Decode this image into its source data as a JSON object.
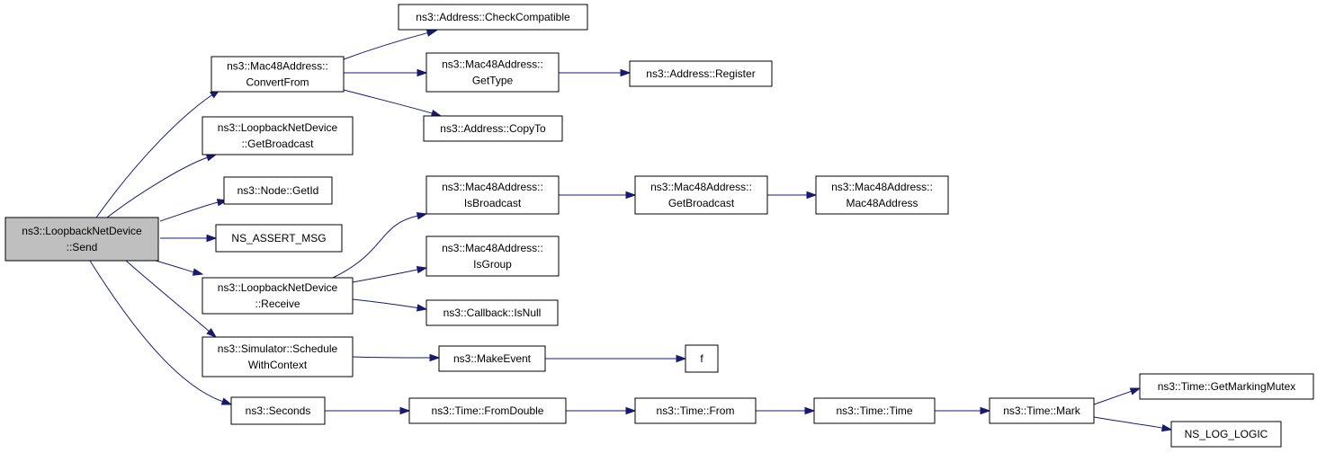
{
  "graph": {
    "edge_color": "#191970",
    "root_fill": "#bfbfbf",
    "nodes": [
      {
        "id": "send",
        "lines": [
          "ns3::LoopbackNetDevice",
          "::Send"
        ],
        "root": true
      },
      {
        "id": "convertfrom",
        "lines": [
          "ns3::Mac48Address::",
          "ConvertFrom"
        ]
      },
      {
        "id": "getbroadcast_lnd",
        "lines": [
          "ns3::LoopbackNetDevice",
          "::GetBroadcast"
        ]
      },
      {
        "id": "getid",
        "lines": [
          "ns3::Node::GetId"
        ]
      },
      {
        "id": "assert",
        "lines": [
          "NS_ASSERT_MSG"
        ]
      },
      {
        "id": "receive",
        "lines": [
          "ns3::LoopbackNetDevice",
          "::Receive"
        ]
      },
      {
        "id": "schedule",
        "lines": [
          "ns3::Simulator::Schedule",
          "WithContext"
        ]
      },
      {
        "id": "seconds",
        "lines": [
          "ns3::Seconds"
        ]
      },
      {
        "id": "checkcompat",
        "lines": [
          "ns3::Address::CheckCompatible"
        ]
      },
      {
        "id": "gettype",
        "lines": [
          "ns3::Mac48Address::",
          "GetType"
        ]
      },
      {
        "id": "copyto",
        "lines": [
          "ns3::Address::CopyTo"
        ]
      },
      {
        "id": "register",
        "lines": [
          "ns3::Address::Register"
        ]
      },
      {
        "id": "isbroadcast",
        "lines": [
          "ns3::Mac48Address::",
          "IsBroadcast"
        ]
      },
      {
        "id": "getbroadcast_mac",
        "lines": [
          "ns3::Mac48Address::",
          "GetBroadcast"
        ]
      },
      {
        "id": "mac48ctor",
        "lines": [
          "ns3::Mac48Address::",
          "Mac48Address"
        ]
      },
      {
        "id": "isgroup",
        "lines": [
          "ns3::Mac48Address::",
          "IsGroup"
        ]
      },
      {
        "id": "isnull",
        "lines": [
          "ns3::Callback::IsNull"
        ]
      },
      {
        "id": "makeevent",
        "lines": [
          "ns3::MakeEvent"
        ]
      },
      {
        "id": "f",
        "lines": [
          "f"
        ]
      },
      {
        "id": "fromdouble",
        "lines": [
          "ns3::Time::FromDouble"
        ]
      },
      {
        "id": "from",
        "lines": [
          "ns3::Time::From"
        ]
      },
      {
        "id": "timector",
        "lines": [
          "ns3::Time::Time"
        ]
      },
      {
        "id": "mark",
        "lines": [
          "ns3::Time::Mark"
        ]
      },
      {
        "id": "mutex",
        "lines": [
          "ns3::Time::GetMarkingMutex"
        ]
      },
      {
        "id": "loglogic",
        "lines": [
          "NS_LOG_LOGIC"
        ]
      }
    ],
    "edges": [
      [
        "send",
        "convertfrom"
      ],
      [
        "send",
        "getbroadcast_lnd"
      ],
      [
        "send",
        "getid"
      ],
      [
        "send",
        "assert"
      ],
      [
        "send",
        "receive"
      ],
      [
        "send",
        "schedule"
      ],
      [
        "send",
        "seconds"
      ],
      [
        "convertfrom",
        "checkcompat"
      ],
      [
        "convertfrom",
        "gettype"
      ],
      [
        "convertfrom",
        "copyto"
      ],
      [
        "gettype",
        "register"
      ],
      [
        "receive",
        "isbroadcast"
      ],
      [
        "receive",
        "isgroup"
      ],
      [
        "receive",
        "isnull"
      ],
      [
        "isbroadcast",
        "getbroadcast_mac"
      ],
      [
        "getbroadcast_mac",
        "mac48ctor"
      ],
      [
        "schedule",
        "makeevent"
      ],
      [
        "makeevent",
        "f"
      ],
      [
        "seconds",
        "fromdouble"
      ],
      [
        "fromdouble",
        "from"
      ],
      [
        "from",
        "timector"
      ],
      [
        "timector",
        "mark"
      ],
      [
        "mark",
        "mutex"
      ],
      [
        "mark",
        "loglogic"
      ]
    ]
  }
}
